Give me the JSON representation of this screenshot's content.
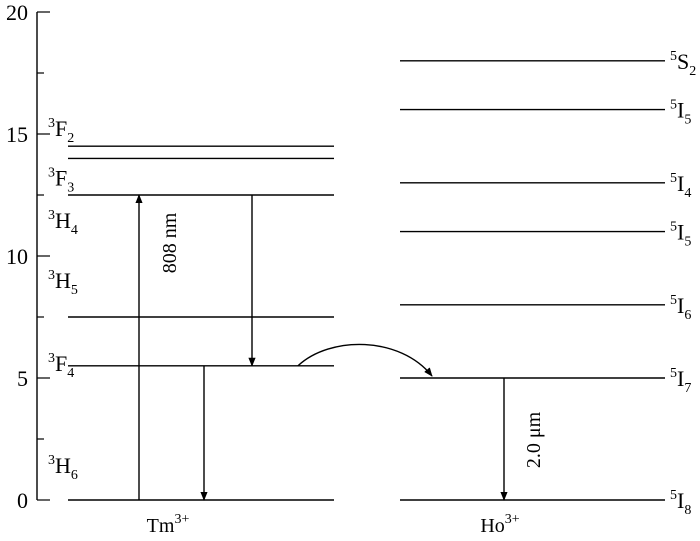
{
  "chart_data": {
    "type": "energy-level-diagram",
    "y_axis": {
      "min": 0,
      "max": 20,
      "major_ticks": [
        0,
        5,
        10,
        15,
        20
      ],
      "minor_ticks": [
        2.5,
        7.5,
        12.5,
        17.5
      ]
    },
    "ions": [
      {
        "id": "tm",
        "name": "Tm",
        "charge": "3+",
        "levels": [
          {
            "id": "tm-3H6",
            "sup": "3",
            "main": "H",
            "sub": "6",
            "energy": 0
          },
          {
            "id": "tm-3F4",
            "sup": "3",
            "main": "F",
            "sub": "4",
            "energy": 5.5
          },
          {
            "id": "tm-3H5",
            "sup": "3",
            "main": "H",
            "sub": "5",
            "energy": 7.5
          },
          {
            "id": "tm-3H4",
            "sup": "3",
            "main": "H",
            "sub": "4",
            "energy": 12.5
          },
          {
            "id": "tm-3F3",
            "sup": "3",
            "main": "F",
            "sub": "3",
            "energy": 14.0
          },
          {
            "id": "tm-3F2",
            "sup": "3",
            "main": "F",
            "sub": "2",
            "energy": 14.5
          }
        ]
      },
      {
        "id": "ho",
        "name": "Ho",
        "charge": "3+",
        "levels": [
          {
            "id": "ho-5I8",
            "sup": "5",
            "main": "I",
            "sub": "8",
            "energy": 0
          },
          {
            "id": "ho-5I7",
            "sup": "5",
            "main": "I",
            "sub": "7",
            "energy": 5.0
          },
          {
            "id": "ho-5I6",
            "sup": "5",
            "main": "I",
            "sub": "6",
            "energy": 8.0
          },
          {
            "id": "ho-5I5",
            "sup": "5",
            "main": "I",
            "sub": "5",
            "energy": 11.0
          },
          {
            "id": "ho-5I4",
            "sup": "5",
            "main": "I",
            "sub": "4",
            "energy": 13.0
          },
          {
            "id": "ho-5I5b",
            "sup": "5",
            "main": "I",
            "sub": "5",
            "energy": 16.0
          },
          {
            "id": "ho-5S2",
            "sup": "5",
            "main": "S",
            "sub": "2",
            "energy": 18.0
          }
        ]
      }
    ],
    "transitions": [
      {
        "id": "pump",
        "from_energy": 0,
        "to_energy": 12.5,
        "label": "808 nm"
      },
      {
        "id": "relax-tm",
        "from_energy": 12.5,
        "to_energy": 5.5,
        "label": ""
      },
      {
        "id": "emit-tm",
        "from_energy": 5.5,
        "to_energy": 0,
        "label": ""
      },
      {
        "id": "transfer",
        "from_energy": 5.5,
        "to_energy": 5.0,
        "label": ""
      },
      {
        "id": "emit-ho",
        "from_energy": 5.0,
        "to_energy": 0,
        "label": "2.0 μm"
      }
    ]
  }
}
